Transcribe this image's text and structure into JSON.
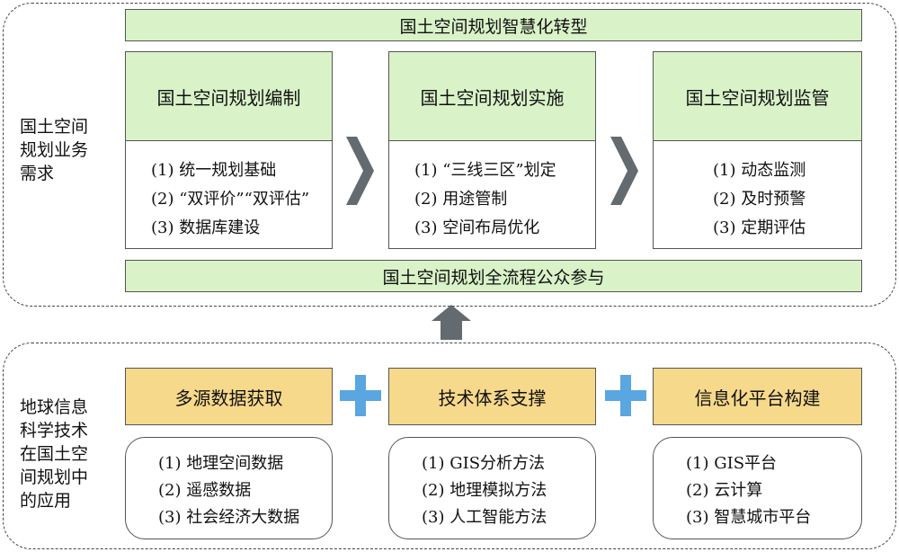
{
  "top_section": {
    "side_label_lines": [
      "国土空间",
      "规划业务",
      "需求"
    ],
    "header_bar": "国土空间规划智慧化转型",
    "footer_bar": "国土空间规划全流程公众参与",
    "cards": [
      {
        "title": "国土空间规划编制",
        "items": [
          "(1) 统一规划基础",
          "(2) “双评价”“双评估”",
          "(3) 数据库建设"
        ]
      },
      {
        "title": "国土空间规划实施",
        "items": [
          "(1) “三线三区”划定",
          "(2) 用途管制",
          "(3) 空间布局优化"
        ]
      },
      {
        "title": "国土空间规划监管",
        "items": [
          "(1) 动态监测",
          "(2) 及时预警",
          "(3) 定期评估"
        ]
      }
    ]
  },
  "bottom_section": {
    "side_label_lines": [
      "地球信息",
      "科学技术",
      "在国土空",
      "间规划中",
      "的应用"
    ],
    "columns": [
      {
        "title": "多源数据获取",
        "items": [
          "(1) 地理空间数据",
          "(2) 遥感数据",
          "(3) 社会经济大数据"
        ]
      },
      {
        "title": "技术体系支撑",
        "items": [
          "(1) GIS分析方法",
          "(2) 地理模拟方法",
          "(3) 人工智能方法"
        ]
      },
      {
        "title": "信息化平台构建",
        "items": [
          "(1) GIS平台",
          "(2) 云计算",
          "(3) 智慧城市平台"
        ]
      }
    ]
  },
  "colors": {
    "green_fill": "#d9f2c8",
    "yellow_fill": "#f7d98b",
    "arrow_gray": "#646b70",
    "plus_blue": "#5aa6e0"
  }
}
